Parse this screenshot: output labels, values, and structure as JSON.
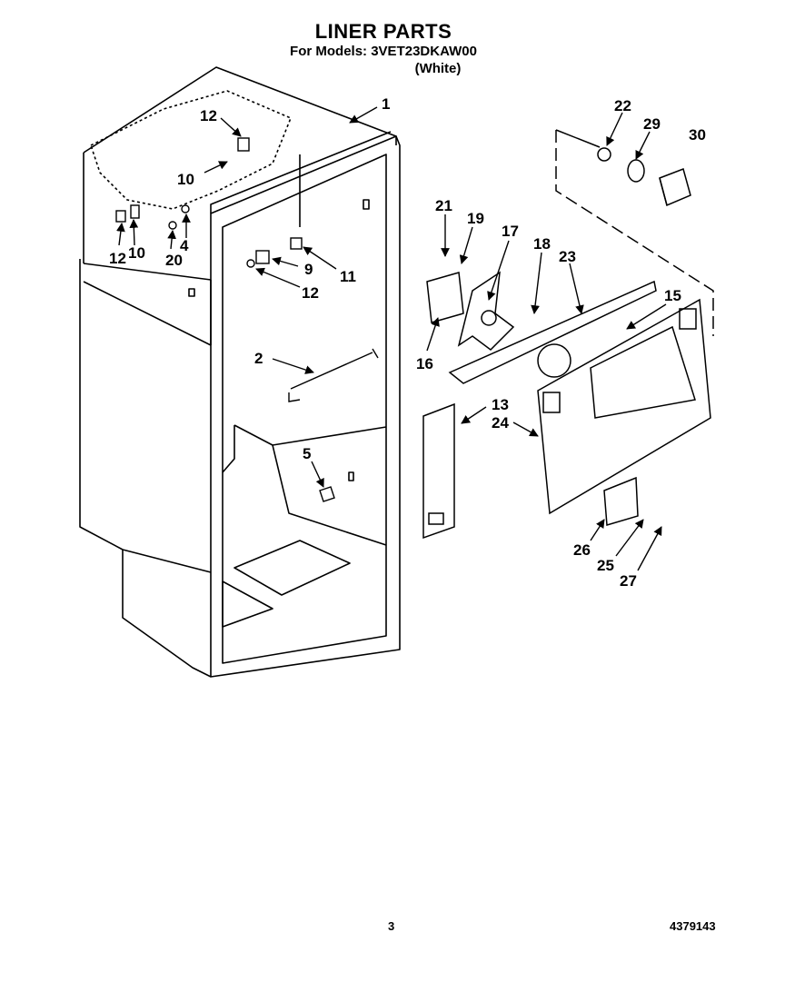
{
  "title": "LINER PARTS",
  "subtitle": "For Models: 3VET23DKAW00",
  "variant": "(White)",
  "page_number": "3",
  "doc_number": "4379143",
  "callouts": [
    "1",
    "12",
    "10",
    "12",
    "10",
    "4",
    "20",
    "9",
    "11",
    "12",
    "2",
    "5",
    "21",
    "19",
    "17",
    "18",
    "23",
    "16",
    "22",
    "29",
    "30",
    "15",
    "13",
    "24",
    "26",
    "25",
    "27"
  ]
}
